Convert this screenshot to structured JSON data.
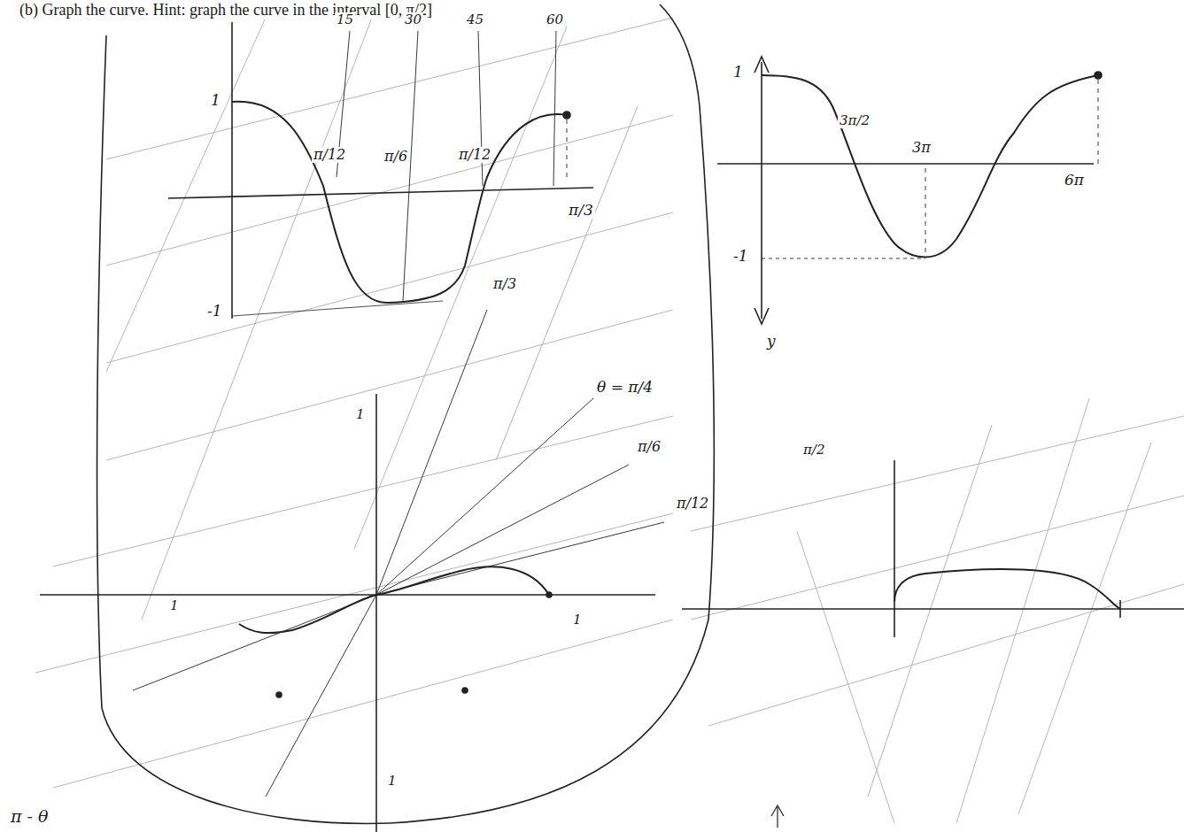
{
  "diagram": {
    "labels": [
      "(b) Graph the curve. Hint: graph the curve in the interval [0, π/2]",
      "15",
      "30",
      "45",
      "60",
      "1",
      "π/12",
      "π/6",
      "π/12",
      "π/3",
      "-1",
      "1",
      "3π/2",
      "3π",
      "6π",
      "-1",
      "y",
      "π/3",
      "θ = π/4",
      "π/6",
      "π/12",
      "1",
      "1",
      "1",
      "1",
      "π/2",
      "π - θ"
    ]
  }
}
